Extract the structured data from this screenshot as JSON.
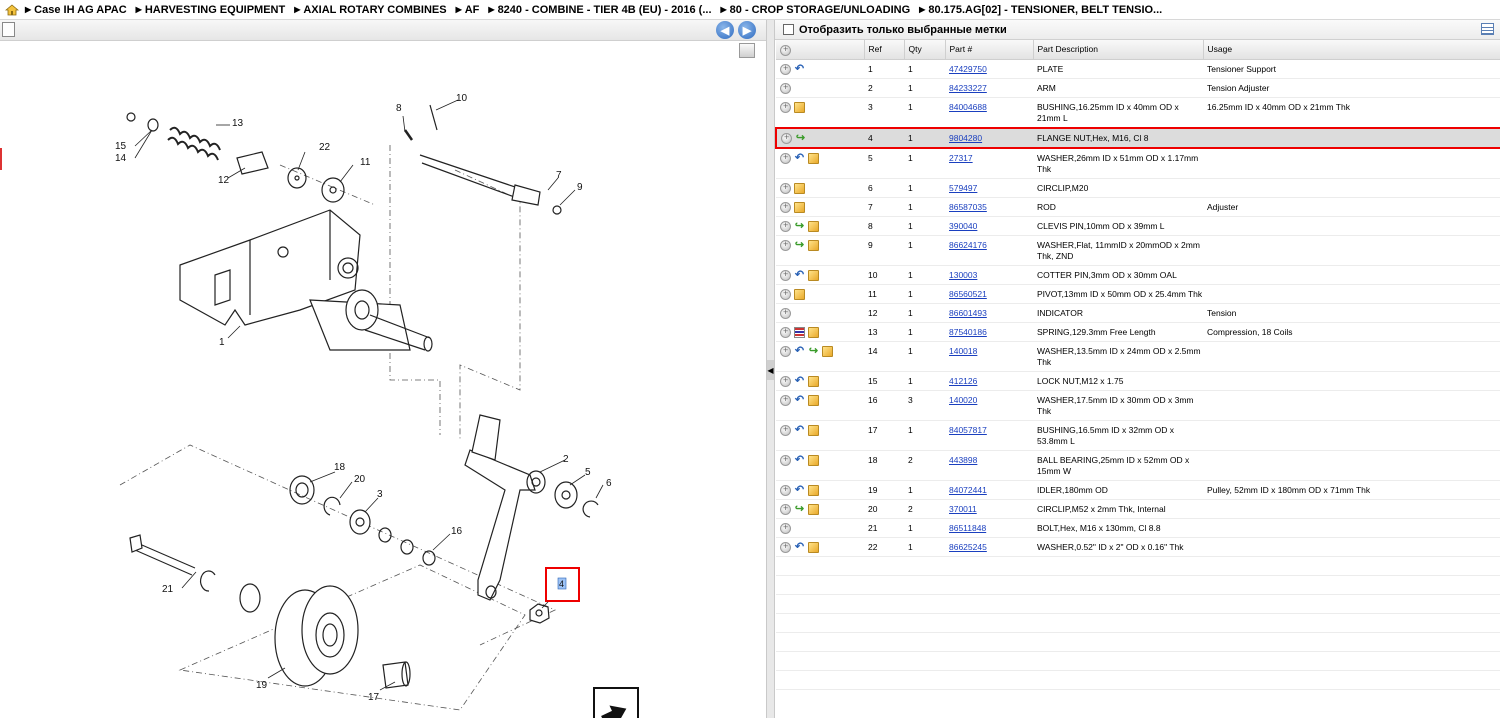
{
  "breadcrumb": {
    "items": [
      "Case IH AG APAC",
      "HARVESTING EQUIPMENT",
      "AXIAL ROTARY COMBINES",
      "AF",
      "8240 - COMBINE - TIER 4B (EU) - 2016 (...",
      "80 - CROP STORAGE/UNLOADING",
      "80.175.AG[02] - TENSIONER, BELT TENSIO..."
    ]
  },
  "left_toolbar": {
    "back_icon": "arrow-left-icon",
    "forward_icon": "arrow-right-icon"
  },
  "diagram": {
    "callouts": [
      "1",
      "2",
      "3",
      "4",
      "5",
      "6",
      "7",
      "8",
      "9",
      "10",
      "11",
      "12",
      "13",
      "14",
      "15",
      "16",
      "17",
      "18",
      "19",
      "20",
      "21",
      "22"
    ],
    "highlighted_callout": "4"
  },
  "filter": {
    "label": "Отобразить только выбранные метки",
    "checked": false
  },
  "table": {
    "columns": [
      "Ref",
      "Qty",
      "Part #",
      "Part Description",
      "Usage"
    ],
    "rows": [
      {
        "icons": [
          "add",
          "replaced"
        ],
        "ref": "1",
        "qty": "1",
        "part": "47429750",
        "desc": "PLATE",
        "usage": "Tensioner Support"
      },
      {
        "icons": [
          "add"
        ],
        "ref": "2",
        "qty": "1",
        "part": "84233227",
        "desc": "ARM",
        "usage": "Tension Adjuster"
      },
      {
        "icons": [
          "add",
          "kit"
        ],
        "ref": "3",
        "qty": "1",
        "part": "84004688",
        "desc": "BUSHING,16.25mm ID x 40mm OD x 21mm L",
        "usage": "16.25mm ID x 40mm OD x 21mm Thk"
      },
      {
        "icons": [
          "add",
          "forward"
        ],
        "ref": "4",
        "qty": "1",
        "part": "9804280",
        "desc": "FLANGE NUT,Hex, M16, Cl 8",
        "usage": "",
        "selected": true
      },
      {
        "icons": [
          "add",
          "replaced",
          "kit"
        ],
        "ref": "5",
        "qty": "1",
        "part": "27317",
        "desc": "WASHER,26mm ID x 51mm OD x 1.17mm Thk",
        "usage": ""
      },
      {
        "icons": [
          "add",
          "kit"
        ],
        "ref": "6",
        "qty": "1",
        "part": "579497",
        "desc": "CIRCLIP,M20",
        "usage": ""
      },
      {
        "icons": [
          "add",
          "kit"
        ],
        "ref": "7",
        "qty": "1",
        "part": "86587035",
        "desc": "ROD",
        "usage": "Adjuster"
      },
      {
        "icons": [
          "add",
          "forward",
          "kit"
        ],
        "ref": "8",
        "qty": "1",
        "part": "390040",
        "desc": "CLEVIS PIN,10mm OD x 39mm L",
        "usage": ""
      },
      {
        "icons": [
          "add",
          "forward",
          "kit"
        ],
        "ref": "9",
        "qty": "1",
        "part": "86624176",
        "desc": "WASHER,Flat, 11mmID x 20mmOD x 2mm Thk, ZND",
        "usage": ""
      },
      {
        "icons": [
          "add",
          "replaced",
          "kit"
        ],
        "ref": "10",
        "qty": "1",
        "part": "130003",
        "desc": "COTTER PIN,3mm OD x 30mm OAL",
        "usage": ""
      },
      {
        "icons": [
          "add",
          "kit"
        ],
        "ref": "11",
        "qty": "1",
        "part": "86560521",
        "desc": "PIVOT,13mm ID x 50mm OD x 25.4mm Thk",
        "usage": ""
      },
      {
        "icons": [
          "add"
        ],
        "ref": "12",
        "qty": "1",
        "part": "86601493",
        "desc": "INDICATOR",
        "usage": "Tension"
      },
      {
        "icons": [
          "add",
          "list",
          "kit"
        ],
        "ref": "13",
        "qty": "1",
        "part": "87540186",
        "desc": "SPRING,129.3mm Free Length",
        "usage": "Compression, 18 Coils"
      },
      {
        "icons": [
          "add",
          "replaced",
          "forward",
          "kit"
        ],
        "ref": "14",
        "qty": "1",
        "part": "140018",
        "desc": "WASHER,13.5mm ID x 24mm OD x 2.5mm Thk",
        "usage": ""
      },
      {
        "icons": [
          "add",
          "replaced",
          "kit"
        ],
        "ref": "15",
        "qty": "1",
        "part": "412126",
        "desc": "LOCK NUT,M12 x 1.75",
        "usage": ""
      },
      {
        "icons": [
          "add",
          "replaced",
          "kit"
        ],
        "ref": "16",
        "qty": "3",
        "part": "140020",
        "desc": "WASHER,17.5mm ID x 30mm OD x 3mm Thk",
        "usage": ""
      },
      {
        "icons": [
          "add",
          "replaced",
          "kit"
        ],
        "ref": "17",
        "qty": "1",
        "part": "84057817",
        "desc": "BUSHING,16.5mm ID x 32mm OD x 53.8mm L",
        "usage": ""
      },
      {
        "icons": [
          "add",
          "replaced",
          "kit"
        ],
        "ref": "18",
        "qty": "2",
        "part": "443898",
        "desc": "BALL BEARING,25mm ID x 52mm OD x 15mm W",
        "usage": ""
      },
      {
        "icons": [
          "add",
          "replaced",
          "kit"
        ],
        "ref": "19",
        "qty": "1",
        "part": "84072441",
        "desc": "IDLER,180mm OD",
        "usage": "Pulley, 52mm ID x 180mm OD x 71mm Thk"
      },
      {
        "icons": [
          "add",
          "forward",
          "kit"
        ],
        "ref": "20",
        "qty": "2",
        "part": "370011",
        "desc": "CIRCLIP,M52 x 2mm Thk, Internal",
        "usage": ""
      },
      {
        "icons": [
          "add"
        ],
        "ref": "21",
        "qty": "1",
        "part": "86511848",
        "desc": "BOLT,Hex, M16 x 130mm, Cl 8.8",
        "usage": ""
      },
      {
        "icons": [
          "add",
          "replaced",
          "kit"
        ],
        "ref": "22",
        "qty": "1",
        "part": "86625245",
        "desc": "WASHER,0.52\" ID x 2\" OD x 0.16\" Thk",
        "usage": ""
      }
    ]
  }
}
